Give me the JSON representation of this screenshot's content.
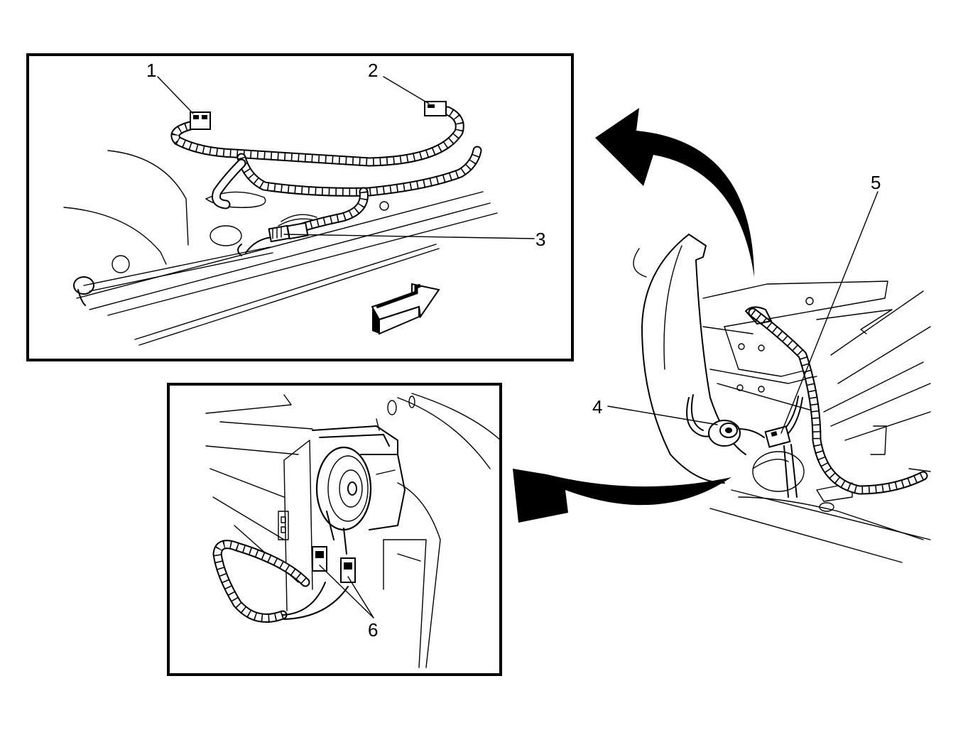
{
  "callouts": [
    {
      "label": "1"
    },
    {
      "label": "2"
    },
    {
      "label": "3"
    },
    {
      "label": "4"
    },
    {
      "label": "5"
    },
    {
      "label": "6"
    }
  ],
  "colors": {
    "line": "#000000",
    "background": "#ffffff"
  }
}
